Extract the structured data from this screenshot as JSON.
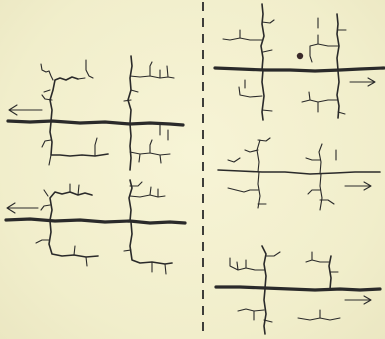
{
  "figure": {
    "background_color": "#f4f1cf",
    "ink_color": "#2a2a2a",
    "divider": {
      "style": "dashed"
    },
    "left_panel": {
      "arrow_direction": "left",
      "vein_systems": 2
    },
    "right_panel": {
      "arrow_direction": "right",
      "vein_systems": 3
    }
  }
}
